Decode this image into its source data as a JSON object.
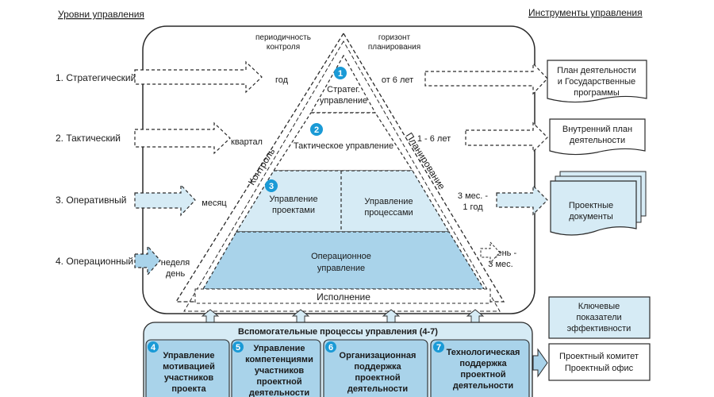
{
  "headers": {
    "levels": "Уровни управления",
    "tools": "Инструменты управления"
  },
  "levels": [
    {
      "label": "1. Стратегический",
      "period": "год"
    },
    {
      "label": "2. Тактический",
      "period": "квартал"
    },
    {
      "label": "3. Оперативный",
      "period": "месяц"
    },
    {
      "label": "4. Операционный",
      "period_line1": "неделя",
      "period_line2": "день"
    }
  ],
  "pyramid": {
    "control_period_line1": "периодичность",
    "control_period_line2": "контроля",
    "horizon_line1": "горизонт",
    "horizon_line2": "планирования",
    "side_left": "Контроль",
    "side_right": "Планирование",
    "strategic_line1": "Стратег.",
    "strategic_line2": "управление",
    "tactical": "Тактическое управление",
    "projects_line1": "Управление",
    "projects_line2": "проектами",
    "processes_line1": "Управление",
    "processes_line2": "процессами",
    "operational_line1": "Операционное",
    "operational_line2": "управление",
    "execution": "Исполнение",
    "badges": [
      "1",
      "2",
      "3"
    ]
  },
  "horizons": [
    {
      "line1": "от 6 лет"
    },
    {
      "line1": "1 - 6 лет"
    },
    {
      "line1": "3 мес. -",
      "line2": "1 год"
    },
    {
      "line1": "3 день -",
      "line2": "3 мес."
    }
  ],
  "tools": [
    {
      "line1": "План деятельности",
      "line2": "и Государственные",
      "line3": "программы"
    },
    {
      "line1": "Внутренний план",
      "line2": "деятельности"
    },
    {
      "line1": "Проектные",
      "line2": "документы"
    },
    {
      "line1": "Ключевые",
      "line2": "показатели",
      "line3": "эффективности"
    },
    {
      "line1": "Проектный комитет",
      "line2": "Проектный офис"
    }
  ],
  "support": {
    "title": "Вспомогательные процессы управления (4-7)",
    "items": [
      {
        "num": "4",
        "lines": [
          "Управление",
          "мотивацией",
          "участников",
          "проекта"
        ]
      },
      {
        "num": "5",
        "lines": [
          "Управление",
          "компетенциями",
          "участников",
          "проектной",
          "деятельности"
        ]
      },
      {
        "num": "6",
        "lines": [
          "Организационная",
          "поддержка",
          "проектной",
          "деятельности"
        ]
      },
      {
        "num": "7",
        "lines": [
          "Технологическая",
          "поддержка",
          "проектной",
          "деятельности"
        ]
      }
    ]
  },
  "colors": {
    "fill_light": "#d6ebf5",
    "fill_mid": "#a9d3ea",
    "fill_dark": "#7fbfe0",
    "badge": "#1a9ad6",
    "stroke": "#2a2a2a"
  }
}
